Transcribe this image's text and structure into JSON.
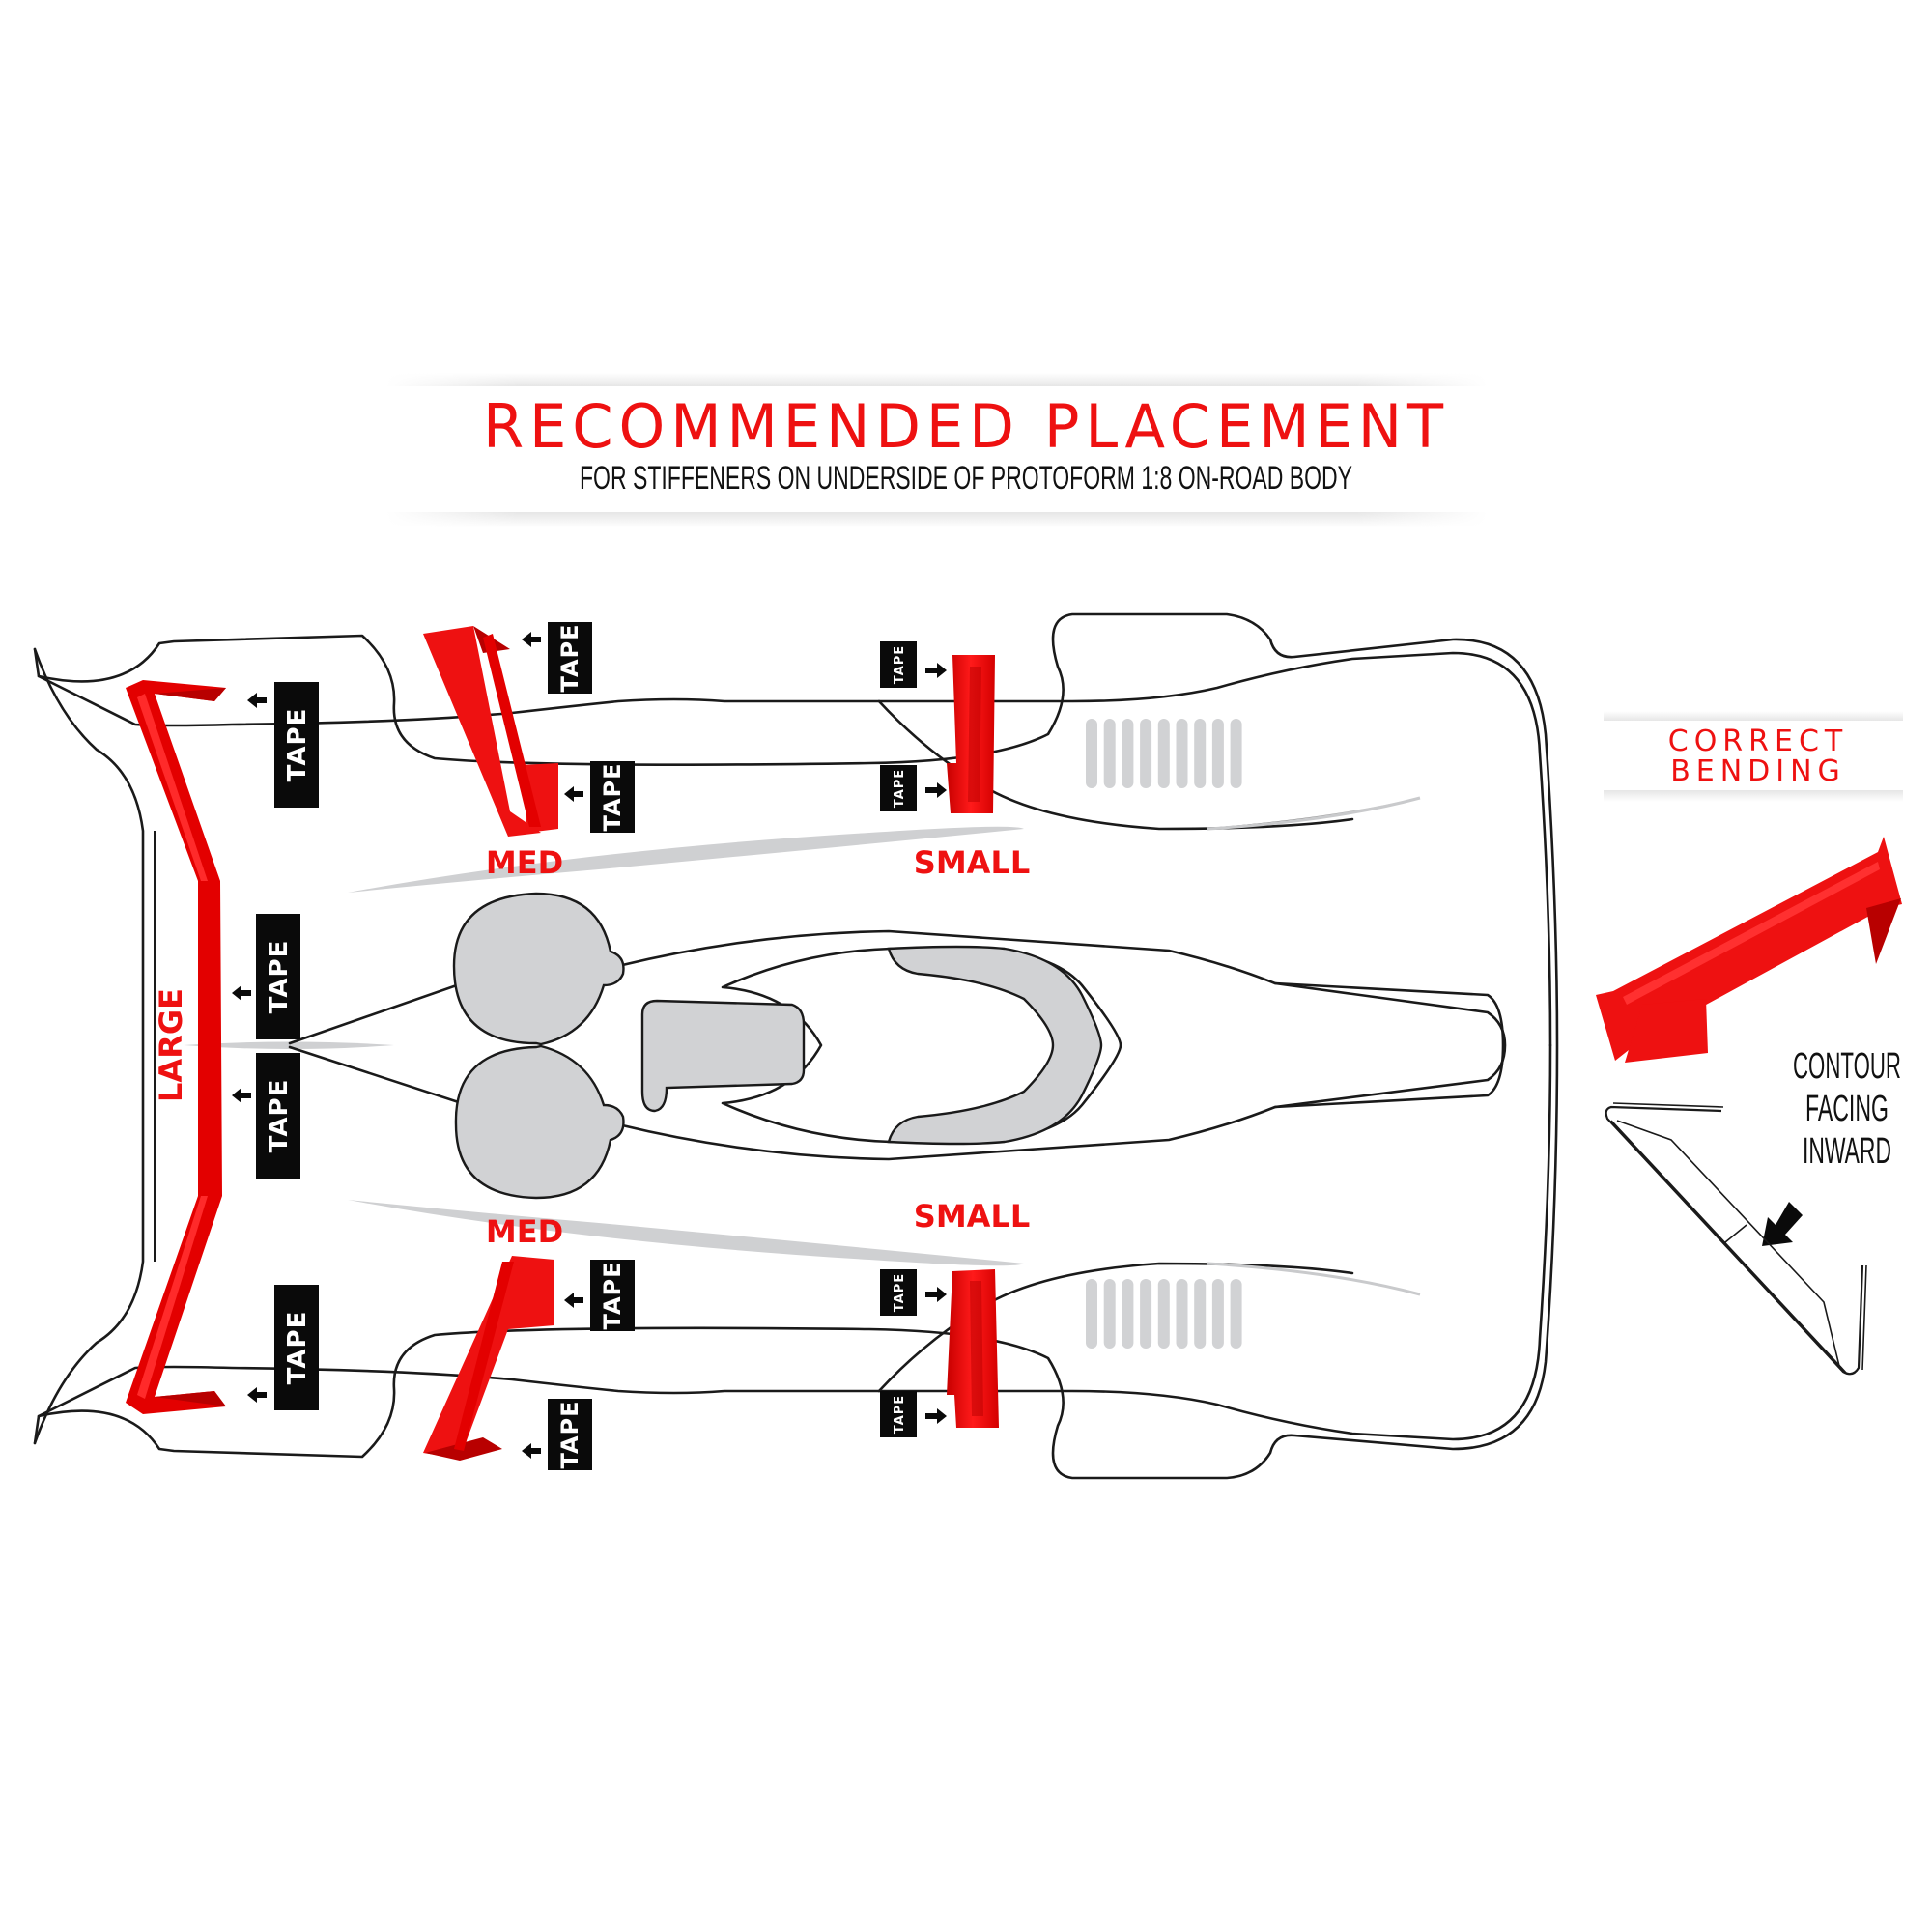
{
  "header": {
    "title": "RECOMMENDED PLACEMENT",
    "subtitle": "FOR STIFFENERS ON UNDERSIDE OF PROTOFORM 1:8 ON-ROAD BODY"
  },
  "colors": {
    "accent": "#ee1111",
    "tape_bg": "#0a0a0a",
    "outline": "#1a1a1a",
    "fill_gray": "#d1d2d4"
  },
  "diagram": {
    "tape_label": "TAPE",
    "stiffeners": {
      "large": "LARGE",
      "med_top": "MED",
      "med_bottom": "MED",
      "small_top": "SMALL",
      "small_bottom": "SMALL"
    },
    "vent_count": 9
  },
  "side_panel": {
    "banner_line1": "CORRECT",
    "banner_line2": "BENDING",
    "note_line1": "CONTOUR",
    "note_line2": "FACING",
    "note_line3": "INWARD"
  }
}
